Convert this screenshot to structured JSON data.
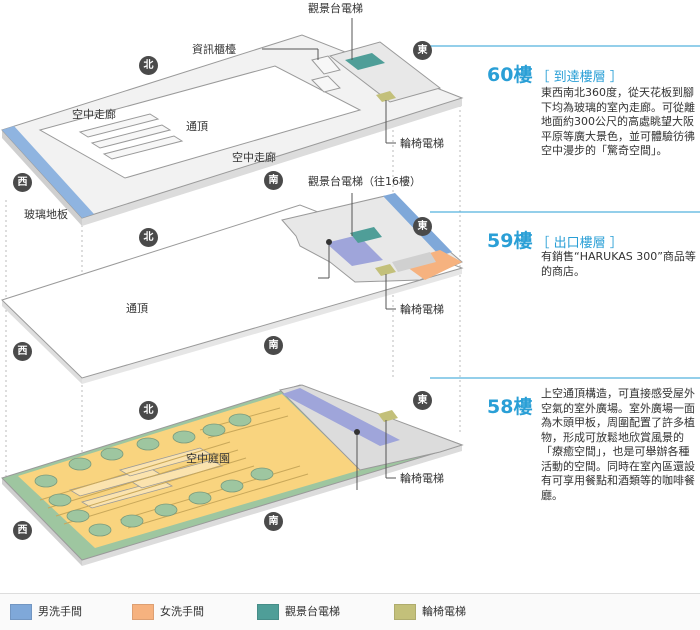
{
  "top_labels": {
    "observation_elevator": "觀景台電梯",
    "info_counter": "資訊櫃檯",
    "sky_corridor_left": "空中走廊",
    "atrium": "通頂",
    "sky_corridor_right": "空中走廊",
    "wheelchair_elevator": "輪椅電梯",
    "glass_floor": "玻璃地板"
  },
  "mid_labels": {
    "observation_elevator_16": "觀景台電梯（往16樓）",
    "atrium": "通頂",
    "wheelchair_elevator": "輪椅電梯"
  },
  "bottom_labels": {
    "sky_garden": "空中庭園",
    "wheelchair_elevator": "輪椅電梯"
  },
  "directions": {
    "north": "北",
    "east": "東",
    "south": "南",
    "west": "西"
  },
  "floors": [
    {
      "number": "60樓",
      "name": "［ 到達樓層 ］",
      "description": "東西南北360度，從天花板到腳下均為玻璃的室內走廊。可從離地面約300公尺的高處眺望大阪平原等廣大景色，並可體驗彷彿空中漫步的「驚奇空間」。"
    },
    {
      "number": "59樓",
      "name": "［ 出口樓層 ］",
      "description": "有銷售“HARUKAS 300”商品等的商店。"
    },
    {
      "number": "58樓",
      "name": "",
      "description": "上空通頂構造，可直接感受屋外空氣的室外廣場。室外廣場一面為木頭甲板，周圍配置了許多植物，形成可放鬆地欣賞風景的「療癒空間」，也是可舉辦各種活動的空間。同時在室內區還設有可享用餐點和酒類等的咖啡餐廳。"
    }
  ],
  "legend": [
    {
      "label": "男洗手間",
      "color": "#7fa8d9"
    },
    {
      "label": "女洗手間",
      "color": "#f6b27f"
    },
    {
      "label": "觀景台電梯",
      "color": "#4f9e98"
    },
    {
      "label": "輪椅電梯",
      "color": "#c3c07a"
    }
  ],
  "colors": {
    "accent": "#2a9fd6",
    "garden": "#f9d47f",
    "glass": "#8fb4e0",
    "corridor": "#9fa5da",
    "wood": "#c9b47a",
    "plant": "#9ec6a0"
  }
}
